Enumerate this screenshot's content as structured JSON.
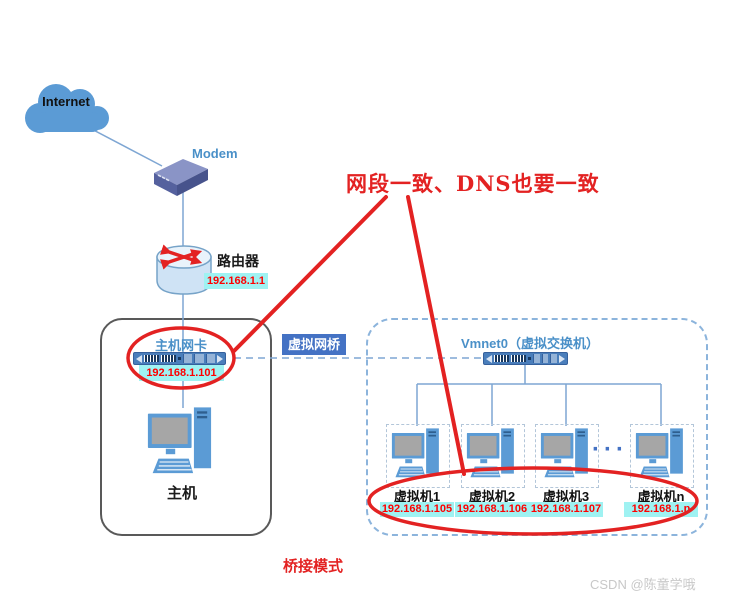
{
  "internet": {
    "label": "Internet"
  },
  "modem": {
    "label": "Modem"
  },
  "router": {
    "label": "路由器",
    "ip": "192.168.1.1"
  },
  "host": {
    "nic_label": "主机网卡",
    "nic_ip": "192.168.1.101",
    "label": "主机"
  },
  "bridge": {
    "label": "虚拟网桥"
  },
  "vswitch": {
    "label": "Vmnet0（虚拟交换机）"
  },
  "vms": [
    {
      "label": "虚拟机1",
      "ip": "192.168.1.105"
    },
    {
      "label": "虚拟机2",
      "ip": "192.168.1.106"
    },
    {
      "label": "虚拟机3",
      "ip": "192.168.1.107"
    },
    {
      "label": "虚拟机n",
      "ip": "192.168.1.n"
    }
  ],
  "ellipsis": "···",
  "annotation": {
    "text": "网段一致、DNS也要一致"
  },
  "mode_label": "桥接模式",
  "watermark": "CSDN @陈童学哦",
  "colors": {
    "node_blue": "#5B9BD5",
    "label_blue": "#4A90C8",
    "badge_blue": "#4472C4",
    "ip_bg_cyan": "#9FF2F2",
    "ip_text_red": "#FF0000",
    "annotation_red": "#E32222",
    "line_blue": "#7EA6D3",
    "screen_gray": "#A6A6A6"
  }
}
